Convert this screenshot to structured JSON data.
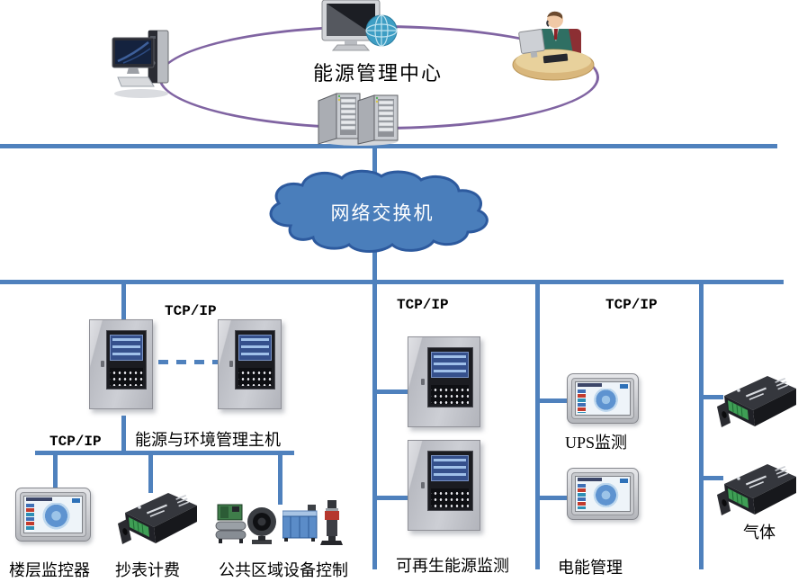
{
  "header": {
    "title": "能源管理中心"
  },
  "network": {
    "switch_label": "网络交换机"
  },
  "protocol_label": "TCP/IP",
  "left_branch": {
    "host_label": "能源与环境管理主机",
    "devices": [
      {
        "label": "楼层监控器"
      },
      {
        "label": "抄表计费"
      },
      {
        "label": "公共区域设备控制"
      }
    ]
  },
  "middle_branch": {
    "label": "可再生能源监测"
  },
  "right_branch": {
    "ups_label": "UPS监测",
    "power_label": "电能管理"
  },
  "far_right_branch": {
    "gas_label": "气体"
  },
  "icons": {
    "top": [
      "desktop-computer-icon",
      "internet-monitor-icon",
      "operator-workstation-icon",
      "server-rack-icon"
    ],
    "devices": [
      "control-panel-cabinet-icon",
      "hmi-touchscreen-icon",
      "data-collector-icon",
      "chiller-icon",
      "fan-icon",
      "air-handling-unit-icon",
      "pump-icon"
    ]
  },
  "colors": {
    "line": "#4f81bd",
    "cloud_fill": "#4a7ebb",
    "cloud_stroke": "#2d5a9e",
    "ring_stroke": "#8064a2",
    "text": "#000000",
    "cloud_text": "#ffffff"
  }
}
